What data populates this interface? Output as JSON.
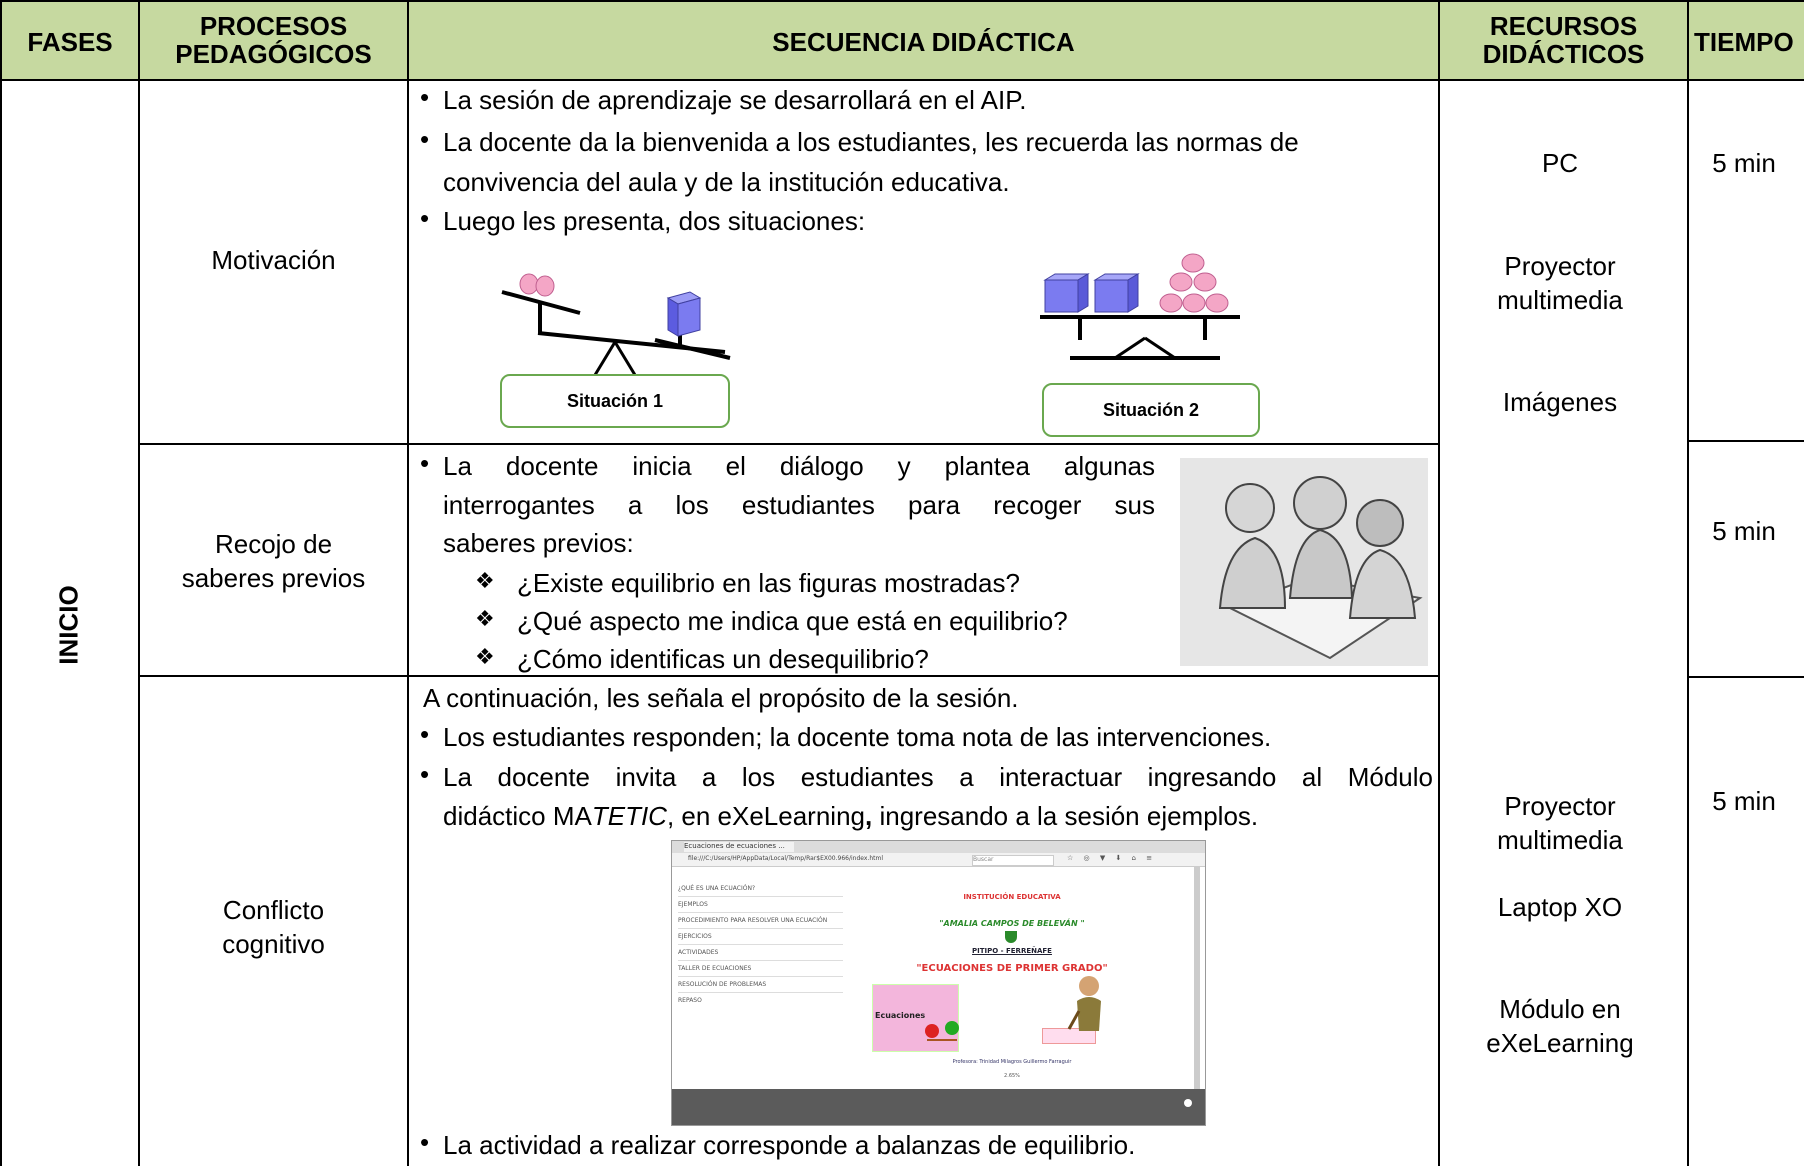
{
  "header": {
    "fases": "FASES",
    "procesos_1": "PROCESOS",
    "procesos_2": "PEDAGÓGICOS",
    "secuencia": "SECUENCIA DIDÁCTICA",
    "recursos_1": "RECURSOS",
    "recursos_2": "DIDÁCTICOS",
    "tiempo": "TIEMPO"
  },
  "fase": "INICIO",
  "procesos": {
    "motivacion": "Motivación",
    "recojo_1": "Recojo de",
    "recojo_2": "saberes previos",
    "conflicto_1": "Conflicto",
    "conflicto_2": "cognitivo"
  },
  "motivacion": {
    "b1": "La sesión de aprendizaje se desarrollará en el AIP.",
    "b2_l1": "La docente da la bienvenida a los estudiantes, les recuerda las normas de",
    "b2_l2": "convivencia del aula y de la institución educativa.",
    "b3": "Luego les presenta, dos situaciones:",
    "situacion1": "Situación 1",
    "situacion2": "Situación 2"
  },
  "recojo": {
    "l1": "La docente inicia el diálogo y plantea algunas",
    "l2": "interrogantes a los estudiantes para recoger sus",
    "l3": "saberes previos:",
    "q1": "¿Existe equilibrio en las figuras mostradas?",
    "q2": "¿Qué aspecto me indica que está en equilibrio?",
    "q3": "¿Cómo identificas un desequilibrio?"
  },
  "conflicto": {
    "intro": "A continuación, les señala el propósito de la sesión.",
    "b1": "Los estudiantes responden; la docente toma nota de las intervenciones.",
    "b2_l1": "La docente invita a los estudiantes a interactuar ingresando al Módulo",
    "b2_l2a": "didáctico MA",
    "b2_l2b": "TETIC",
    "b2_l2c": ", en eXeLearning",
    "b2_l2d": ",",
    "b2_l2e": " ingresando a la sesión ejemplos.",
    "b3": "La actividad a realizar corresponde a balanzas de equilibrio."
  },
  "screenshot": {
    "tab": "Ecuaciones de ecuaciones ...",
    "url": "file:///C:/Users/HP/AppData/Local/Temp/Rar$EX00.966/index.html",
    "search": "Buscar",
    "menu": [
      "¿QUÉ ES UNA ECUACIÓN?",
      "EJEMPLOS",
      "PROCEDIMIENTO PARA RESOLVER UNA ECUACIÓN",
      "EJERCICIOS",
      "ACTIVIDADES",
      "TALLER DE ECUACIONES",
      "RESOLUCIÓN DE PROBLEMAS",
      "REPASO"
    ],
    "inst": "INSTITUCIÓN EDUCATIVA",
    "school": "\"AMALIA CAMPOS DE BELEVÁN \"",
    "place": "PITIPO  -  FERREÑAFE",
    "title": "\"ECUACIONES DE PRIMER GRADO\"",
    "ecuaciones": "Ecuaciones",
    "teacher": "Profesora: Trinidad Milagros Guillermo Farraguir",
    "percent": "2.65%"
  },
  "recursos": {
    "pc": "PC",
    "proyector1_l1": "Proyector",
    "proyector1_l2": "multimedia",
    "imagenes": "Imágenes",
    "proyector2_l1": "Proyector",
    "proyector2_l2": "multimedia",
    "laptop": "Laptop XO",
    "modulo_l1": "Módulo en",
    "modulo_l2": "eXeLearning"
  },
  "tiempos": {
    "t1": "5 min",
    "t2": "5 min",
    "t3": "5 min"
  },
  "colors": {
    "header_bg": "#c6d9a0",
    "box_border": "#6aa84f",
    "cube": "#7b7bf0",
    "circle": "#f4a6c6"
  }
}
